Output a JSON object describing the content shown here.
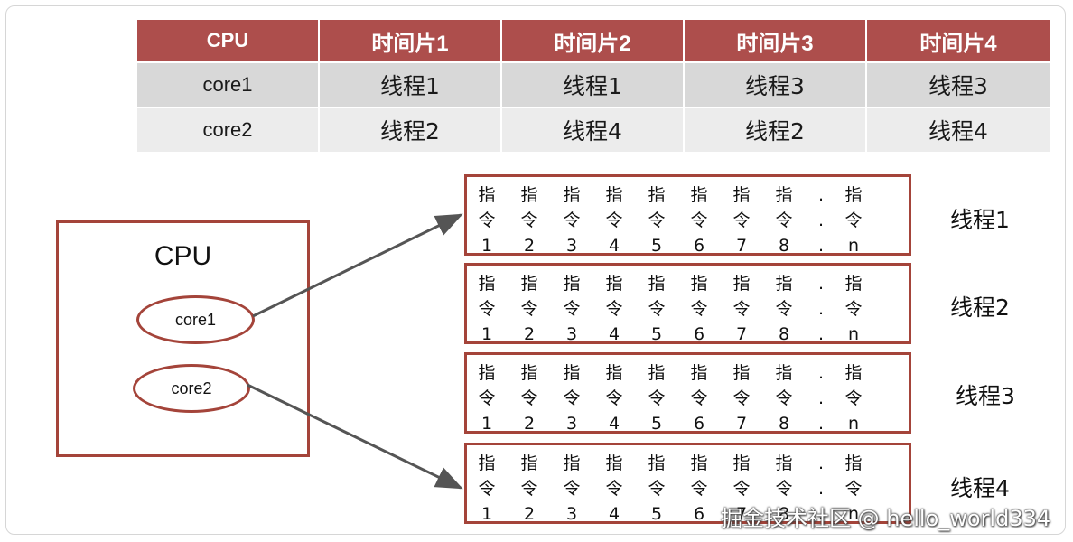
{
  "schedule_table": {
    "headers": [
      "CPU",
      "时间片1",
      "时间片2",
      "时间片3",
      "时间片4"
    ],
    "rows": [
      [
        "core1",
        "线程1",
        "线程1",
        "线程3",
        "线程3"
      ],
      [
        "core2",
        "线程2",
        "线程4",
        "线程2",
        "线程4"
      ]
    ]
  },
  "cpu_box": {
    "title": "CPU",
    "cores": [
      "core1",
      "core2"
    ]
  },
  "threads": [
    {
      "label": "线程1",
      "instructions": [
        [
          "指",
          "令",
          "1"
        ],
        [
          "指",
          "令",
          "2"
        ],
        [
          "指",
          "令",
          "3"
        ],
        [
          "指",
          "令",
          "4"
        ],
        [
          "指",
          "令",
          "5"
        ],
        [
          "指",
          "令",
          "6"
        ],
        [
          "指",
          "令",
          "7"
        ],
        [
          "指",
          "令",
          "8"
        ],
        [
          ".",
          ".",
          "."
        ],
        [
          "指",
          "令",
          "n"
        ]
      ]
    },
    {
      "label": "线程2",
      "instructions": [
        [
          "指",
          "令",
          "1"
        ],
        [
          "指",
          "令",
          "2"
        ],
        [
          "指",
          "令",
          "3"
        ],
        [
          "指",
          "令",
          "4"
        ],
        [
          "指",
          "令",
          "5"
        ],
        [
          "指",
          "令",
          "6"
        ],
        [
          "指",
          "令",
          "7"
        ],
        [
          "指",
          "令",
          "8"
        ],
        [
          ".",
          ".",
          "."
        ],
        [
          "指",
          "令",
          "n"
        ]
      ]
    },
    {
      "label": "线程3",
      "instructions": [
        [
          "指",
          "令",
          "1"
        ],
        [
          "指",
          "令",
          "2"
        ],
        [
          "指",
          "令",
          "3"
        ],
        [
          "指",
          "令",
          "4"
        ],
        [
          "指",
          "令",
          "5"
        ],
        [
          "指",
          "令",
          "6"
        ],
        [
          "指",
          "令",
          "7"
        ],
        [
          "指",
          "令",
          "8"
        ],
        [
          ".",
          ".",
          "."
        ],
        [
          "指",
          "令",
          "n"
        ]
      ]
    },
    {
      "label": "线程4",
      "instructions": [
        [
          "指",
          "令",
          "1"
        ],
        [
          "指",
          "令",
          "2"
        ],
        [
          "指",
          "令",
          "3"
        ],
        [
          "指",
          "令",
          "4"
        ],
        [
          "指",
          "令",
          "5"
        ],
        [
          "指",
          "令",
          "6"
        ],
        [
          "指",
          "令",
          "7"
        ],
        [
          "指",
          "令",
          "8"
        ],
        [
          ".",
          ".",
          "."
        ],
        [
          "指",
          "令",
          "n"
        ]
      ]
    }
  ],
  "colors": {
    "header_bg": "#ad4e4c",
    "row_a_bg": "#d8d8d8",
    "row_b_bg": "#ececec",
    "border_red": "#a4443a",
    "arrow": "#555555"
  },
  "watermark": "掘金技术社区 @ hello_world334"
}
